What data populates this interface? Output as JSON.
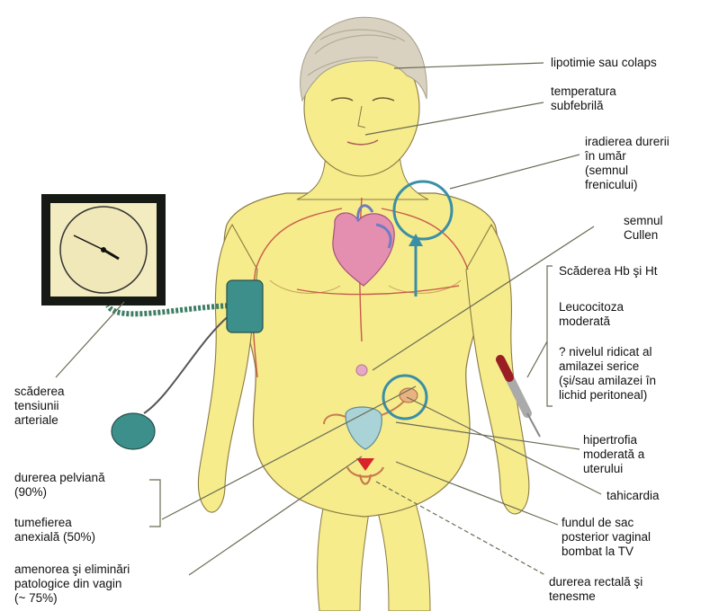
{
  "labels": {
    "lipotimie": [
      "lipotimie sau colaps"
    ],
    "temperatura": [
      "temperatura",
      "subfebrilă"
    ],
    "iradierea": [
      "iradierea durerii",
      "în umăr",
      "(semnul",
      "frenicului)"
    ],
    "cullen": [
      "semnul",
      "Cullen"
    ],
    "hb_ht": [
      "Scăderea Hb şi Ht"
    ],
    "leucocitoza": [
      "Leucocitoza",
      "moderată"
    ],
    "amilaza": [
      "? nivelul ridicat al",
      "amilazei serice",
      "(şi/sau amilazei în",
      "lichid peritoneal)"
    ],
    "tensiune": [
      "scăderea",
      "tensiunii",
      "arteriale"
    ],
    "durere_pelviana": [
      "durerea pelviană",
      "(90%)"
    ],
    "tumefiere": [
      "tumefierea",
      "anexială (50%)"
    ],
    "amenoree": [
      "amenorea şi eliminări",
      "patologice din vagin",
      "(~ 75%)"
    ],
    "hipertrofia": [
      "hipertrofia",
      "moderată a",
      "uterului"
    ],
    "tahicardia": [
      "tahicardia"
    ],
    "fundul_sac": [
      "fundul de sac",
      "posterior vaginal",
      "bombat la TV"
    ],
    "durere_rectala": [
      "durerea rectală şi",
      "tenesme"
    ]
  },
  "colors": {
    "skin": "#f6ec8c",
    "skin_outline": "#8a7a45",
    "hair": "#d9d2c0",
    "heart": "#e48fb0",
    "cuff": "#3d8f8c",
    "gauge_frame": "#151a14",
    "gauge_face": "#f3ecc0",
    "callout_circle": "#3a8fa6",
    "leader_line": "#6b6b55"
  }
}
